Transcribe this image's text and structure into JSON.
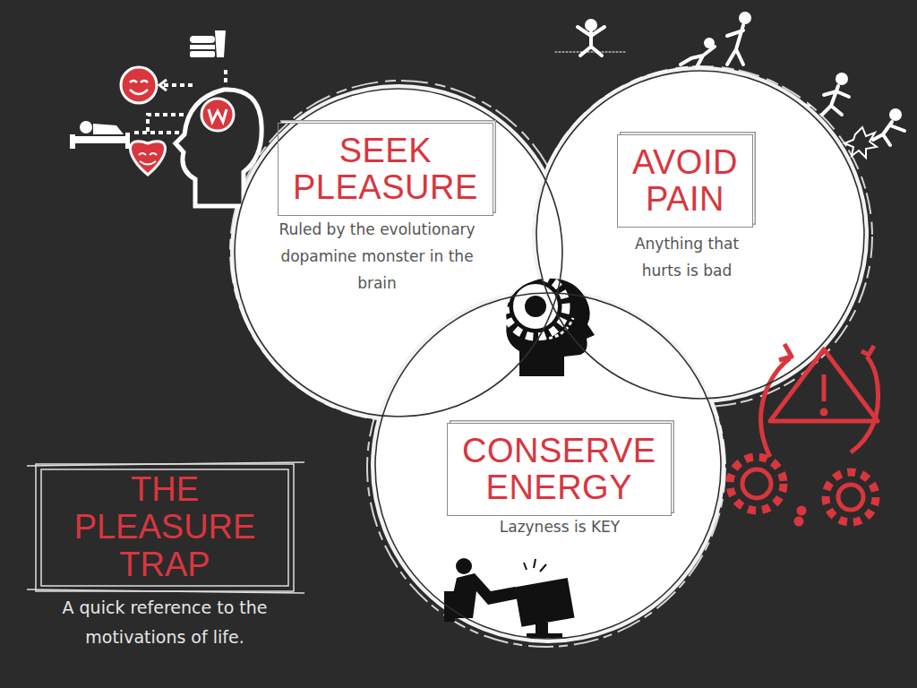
{
  "diagram": {
    "title": "THE PLEASURE TRAP",
    "caption": "A quick reference to the motivations of life.",
    "nodes": [
      {
        "text": [
          "SEEK PLEASURE",
          "Ruled by the evolutionary dopamine monster in the brain"
        ]
      },
      {
        "text": [
          "AVOID PAIN",
          "Anything that hurts is bad"
        ]
      },
      {
        "text": [
          "CONSERVE ENERGY",
          "Lazyness is KEY"
        ]
      }
    ]
  }
}
